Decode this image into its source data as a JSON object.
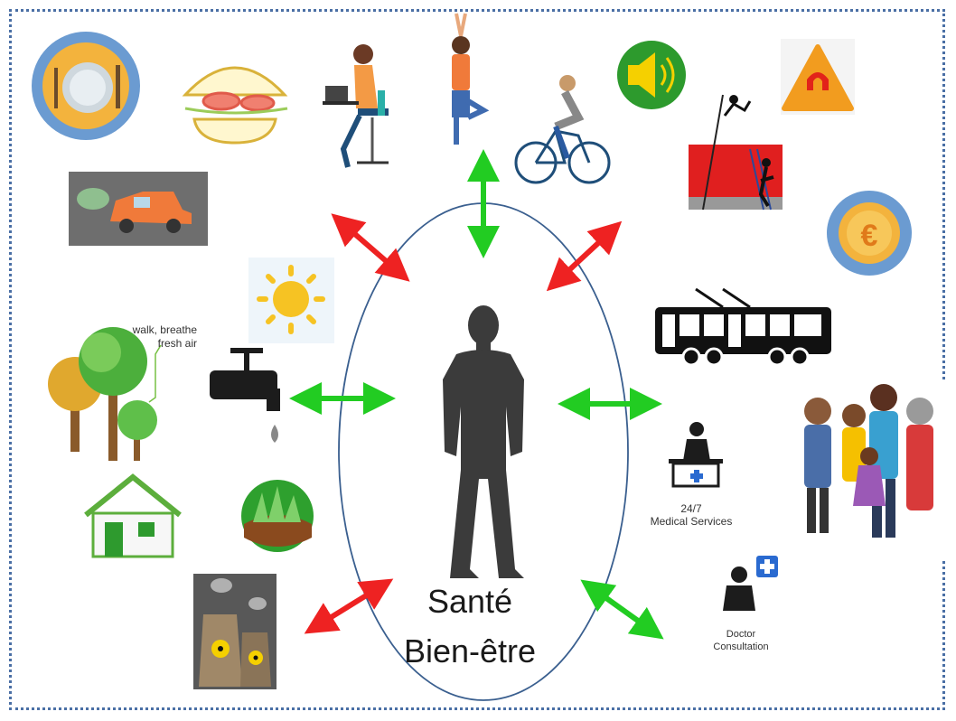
{
  "center": {
    "line1": "Santé",
    "line2": "Bien-être"
  },
  "labels": {
    "tree_note_line1": "walk, breathe",
    "tree_note_line2": "fresh air",
    "medical_line1": "24/7",
    "medical_line2": "Medical Services",
    "doctor_line1": "Doctor",
    "doctor_line2": "Consultation"
  },
  "colors": {
    "positive_arrow": "#22cc22",
    "negative_arrow": "#ee2222",
    "ellipse_stroke": "#3a5f8f",
    "border": "#4a6fa5"
  },
  "icons": [
    "plate-cutlery-icon",
    "burger-icon",
    "person-laptop-icon",
    "yoga-person-icon",
    "speaker-sound-icon",
    "cyclist-icon",
    "magnet-warning-icon",
    "climbing-wall-icon",
    "car-pollution-icon",
    "euro-coin-icon",
    "sun-icon",
    "tram-bus-icon",
    "trees-icon",
    "water-tap-icon",
    "family-group-icon",
    "house-icon",
    "grass-soil-icon",
    "nurse-desk-icon",
    "doctor-icon",
    "nuclear-plant-icon",
    "person-silhouette-icon"
  ]
}
